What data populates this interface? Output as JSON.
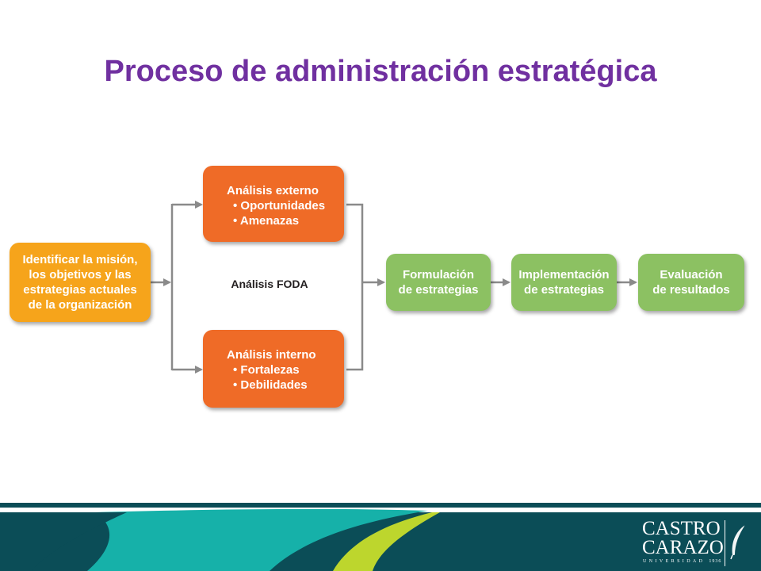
{
  "title": "Proceso de administración estratégica",
  "colors": {
    "title": "#7030a0",
    "yellow": "#f6a41b",
    "orange": "#ef6b27",
    "green": "#8cc162",
    "arrow": "#8a8a8a",
    "footer_dark": "#0b4d57",
    "footer_teal": "#16b1a9",
    "footer_lime": "#bdd62d"
  },
  "diagram": {
    "start_box": {
      "lines": [
        "Identificar la misión,",
        "los objetivos y las",
        "estrategias actuales",
        "de la organización"
      ]
    },
    "external_box": {
      "heading": "Análisis externo",
      "bullets": [
        "• Oportunidades",
        "• Amenazas"
      ]
    },
    "internal_box": {
      "heading": "Análisis interno",
      "bullets": [
        "• Fortalezas",
        "• Debilidades"
      ]
    },
    "foda_label": "Análisis FODA",
    "formulation_box": {
      "lines": [
        "Formulación",
        "de estrategias"
      ]
    },
    "implementation_box": {
      "lines": [
        "Implementación",
        "de estrategias"
      ]
    },
    "evaluation_box": {
      "lines": [
        "Evaluación",
        "de resultados"
      ]
    }
  },
  "footer": {
    "logo": {
      "word1": "CASTRO",
      "word2": "CARAZO",
      "subtitle": "UNIVERSIDAD",
      "year": "1936"
    }
  }
}
